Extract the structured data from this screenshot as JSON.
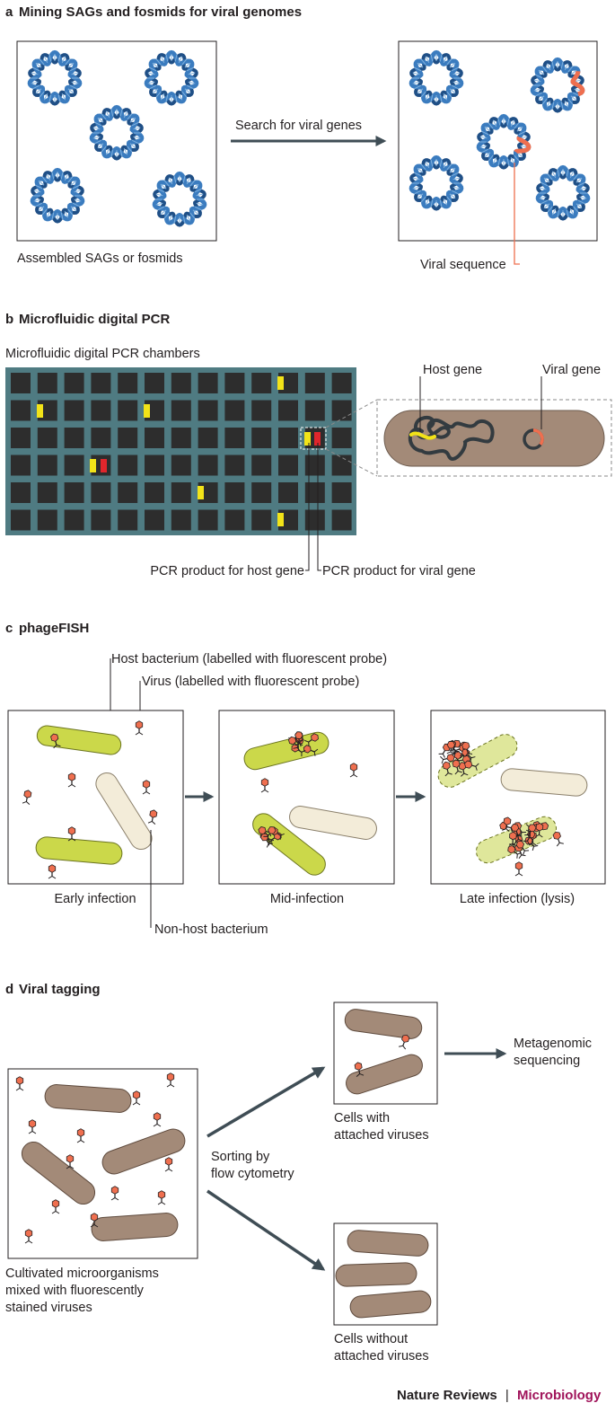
{
  "panels": {
    "a": {
      "letter": "a",
      "title": "Mining SAGs and fosmids for viral genomes",
      "arrow_label": "Search for viral genes",
      "left_caption": "Assembled SAGs or fosmids",
      "viral_sequence_label": "Viral sequence"
    },
    "b": {
      "letter": "b",
      "title": "Microfluidic digital PCR",
      "chambers_label": "Microfluidic digital PCR chambers",
      "host_gene_label": "Host gene",
      "viral_gene_label": "Viral gene",
      "pcr_host_label": "PCR product for host gene",
      "pcr_viral_label": "PCR product for viral gene"
    },
    "c": {
      "letter": "c",
      "title": "phageFISH",
      "host_label": "Host bacterium (labelled with fluorescent probe)",
      "virus_label": "Virus (labelled with fluorescent probe)",
      "stage1": "Early infection",
      "stage2": "Mid-infection",
      "stage3": "Late infection (lysis)",
      "nonhost_label": "Non-host bacterium"
    },
    "d": {
      "letter": "d",
      "title": "Viral tagging",
      "left_caption_lines": [
        "Cultivated microorganisms",
        "mixed with fluorescently",
        "stained viruses"
      ],
      "sorting_lines": [
        "Sorting by",
        "flow cytometry"
      ],
      "with_lines": [
        "Cells with",
        "attached viruses"
      ],
      "without_lines": [
        "Cells without",
        "attached viruses"
      ],
      "metagenomic_lines": [
        "Metagenomic",
        "sequencing"
      ]
    }
  },
  "footer": {
    "journal": "Nature Reviews",
    "separator": "|",
    "section": "Microbiology"
  },
  "colors": {
    "dna_blue": "#3b7cbf",
    "viral_orange": "#ef6f4f",
    "chamber_teal": "#4f7b82",
    "chamber_dark": "#2d2d2d",
    "yellow": "#f2e318",
    "red": "#e0262c",
    "cell_brown": "#a38a78",
    "host_green": "#cbd84a",
    "nonhost_cream": "#f3ecd9",
    "arrow_gray": "#3f4d55",
    "journal_magenta": "#a0135a"
  },
  "icons": {
    "dna_ring": "circular-dna-icon",
    "phage": "phage-icon",
    "cell": "rod-bacterium-icon"
  }
}
